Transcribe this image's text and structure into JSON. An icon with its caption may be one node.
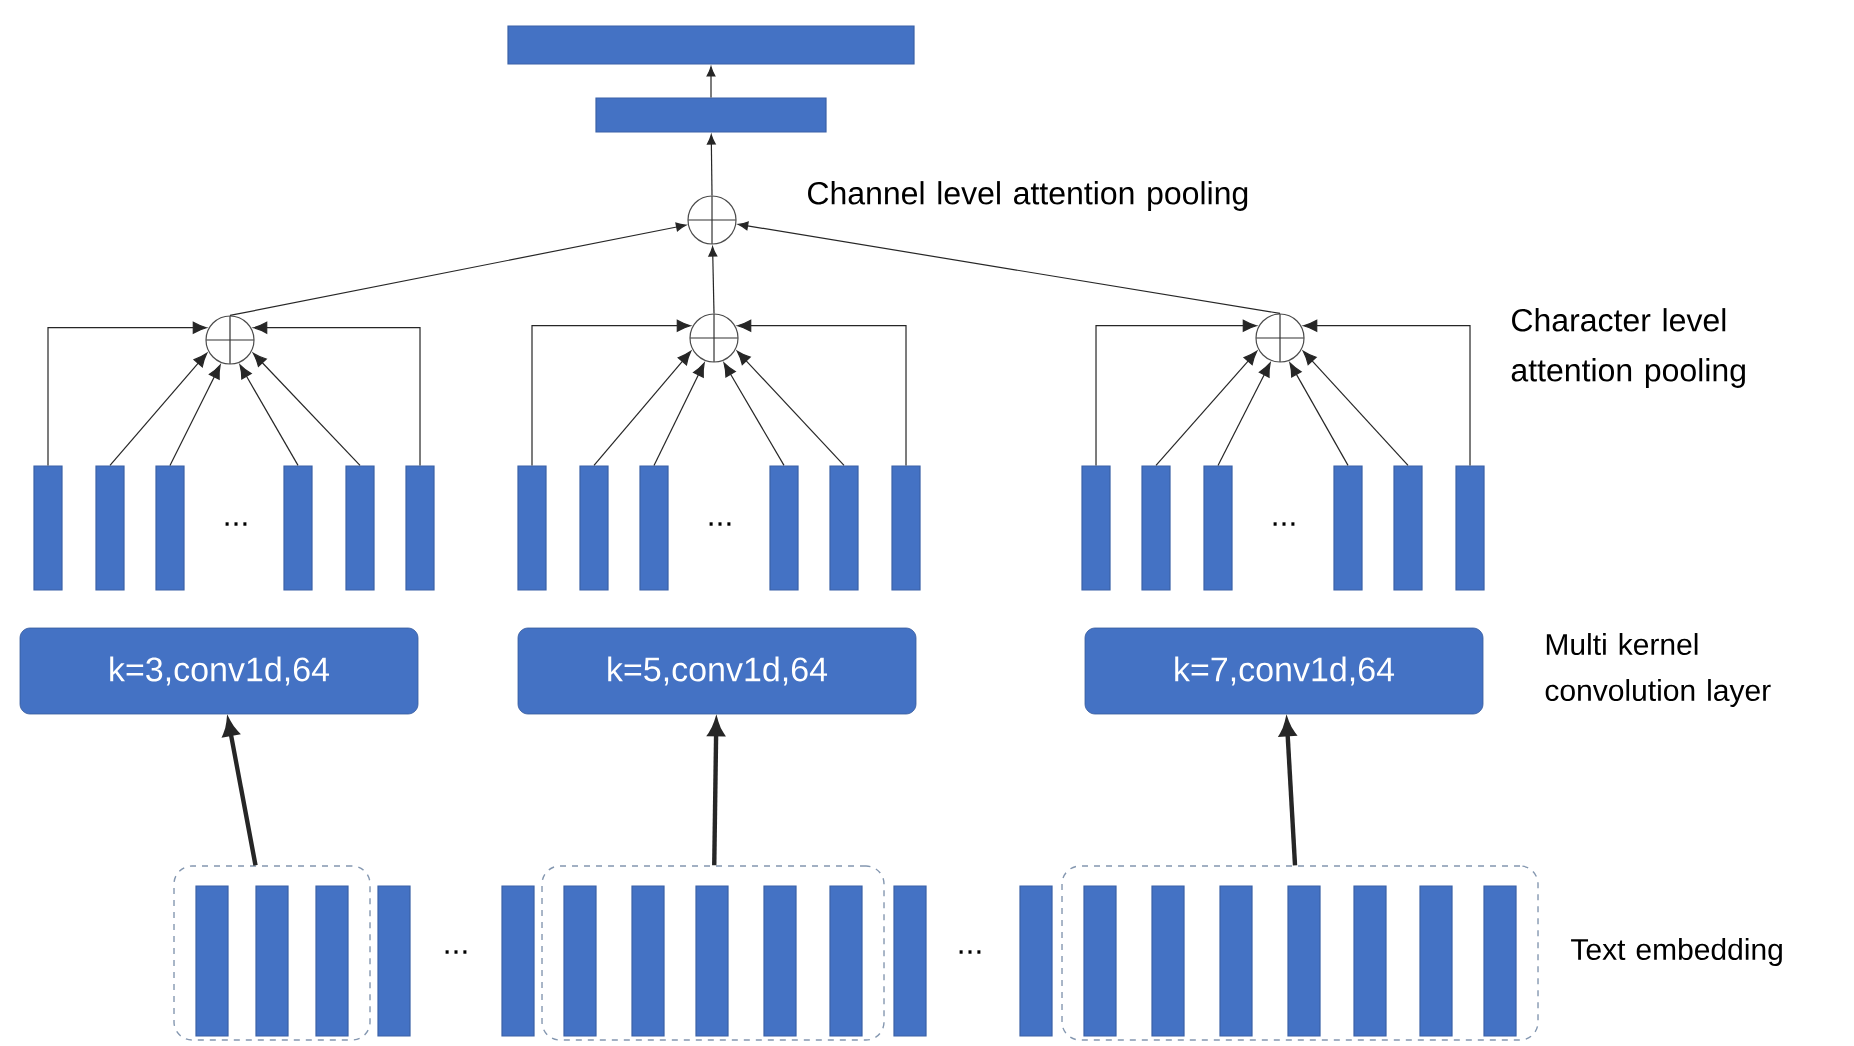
{
  "diagram": {
    "nodes": [
      {
        "text": [],
        "shape": "bar"
      },
      {
        "text": [],
        "shape": "bar"
      },
      {
        "text": [],
        "shape": "circle",
        "beside": [
          "Channel level attention pooling"
        ]
      },
      {
        "text": [],
        "shape": "circle"
      },
      {
        "text": [],
        "shape": "circle"
      },
      {
        "text": [],
        "shape": "circle"
      },
      {
        "text": [],
        "shape": "bar"
      },
      {
        "text": [],
        "shape": "bar"
      },
      {
        "text": [],
        "shape": "bar"
      },
      {
        "text": [],
        "shape": "bar"
      },
      {
        "text": [],
        "shape": "bar"
      },
      {
        "text": [],
        "shape": "bar"
      },
      {
        "text": [],
        "shape": "bar"
      },
      {
        "text": [],
        "shape": "bar"
      },
      {
        "text": [],
        "shape": "bar"
      },
      {
        "text": [],
        "shape": "bar"
      },
      {
        "text": [],
        "shape": "bar"
      },
      {
        "text": [],
        "shape": "bar"
      },
      {
        "text": [],
        "shape": "bar"
      },
      {
        "text": [],
        "shape": "bar"
      },
      {
        "text": [],
        "shape": "bar"
      },
      {
        "text": [],
        "shape": "bar"
      },
      {
        "text": [],
        "shape": "bar"
      },
      {
        "text": [],
        "shape": "bar"
      },
      {
        "text": [
          "k=3,conv1d,64"
        ]
      },
      {
        "text": [
          "k=5,conv1d,64"
        ]
      },
      {
        "text": [
          "k=7,conv1d,64"
        ]
      },
      {
        "text": [],
        "shape": "box"
      },
      {
        "text": [],
        "shape": "bar",
        "in": 27
      },
      {
        "text": [],
        "shape": "bar",
        "in": 27
      },
      {
        "text": [],
        "shape": "bar",
        "in": 27
      },
      {
        "text": [],
        "shape": "bar"
      },
      {
        "text": [],
        "shape": "bar"
      },
      {
        "text": [],
        "shape": "box"
      },
      {
        "text": [],
        "shape": "bar",
        "in": 33
      },
      {
        "text": [],
        "shape": "bar",
        "in": 33
      },
      {
        "text": [],
        "shape": "bar",
        "in": 33
      },
      {
        "text": [],
        "shape": "bar",
        "in": 33
      },
      {
        "text": [],
        "shape": "bar",
        "in": 33
      },
      {
        "text": [],
        "shape": "bar"
      },
      {
        "text": [],
        "shape": "bar"
      },
      {
        "text": [],
        "shape": "box"
      },
      {
        "text": [],
        "shape": "bar",
        "in": 41
      },
      {
        "text": [],
        "shape": "bar",
        "in": 41
      },
      {
        "text": [],
        "shape": "bar",
        "in": 41
      },
      {
        "text": [],
        "shape": "bar",
        "in": 41
      },
      {
        "text": [],
        "shape": "bar",
        "in": 41
      },
      {
        "text": [],
        "shape": "bar",
        "in": 41
      },
      {
        "text": [],
        "shape": "bar",
        "in": 41
      }
    ],
    "edges": [
      {
        "from": 1,
        "to": 0,
        "arrow": "to"
      },
      {
        "from": 2,
        "to": 1,
        "arrow": "to"
      },
      {
        "from": 3,
        "to": 2,
        "arrow": "to"
      },
      {
        "from": 4,
        "to": 2,
        "arrow": "to"
      },
      {
        "from": 5,
        "to": 2,
        "arrow": "to"
      },
      {
        "from": 6,
        "to": 3,
        "arrow": "to"
      },
      {
        "from": 7,
        "to": 3,
        "arrow": "to"
      },
      {
        "from": 8,
        "to": 3,
        "arrow": "to"
      },
      {
        "from": 9,
        "to": 3,
        "arrow": "to"
      },
      {
        "from": 10,
        "to": 3,
        "arrow": "to"
      },
      {
        "from": 11,
        "to": 3,
        "arrow": "to"
      },
      {
        "from": 12,
        "to": 4,
        "arrow": "to"
      },
      {
        "from": 13,
        "to": 4,
        "arrow": "to"
      },
      {
        "from": 14,
        "to": 4,
        "arrow": "to"
      },
      {
        "from": 15,
        "to": 4,
        "arrow": "to"
      },
      {
        "from": 16,
        "to": 4,
        "arrow": "to"
      },
      {
        "from": 17,
        "to": 4,
        "arrow": "to"
      },
      {
        "from": 18,
        "to": 5,
        "arrow": "to"
      },
      {
        "from": 19,
        "to": 5,
        "arrow": "to"
      },
      {
        "from": 20,
        "to": 5,
        "arrow": "to"
      },
      {
        "from": 21,
        "to": 5,
        "arrow": "to"
      },
      {
        "from": 22,
        "to": 5,
        "arrow": "to"
      },
      {
        "from": 23,
        "to": 5,
        "arrow": "to"
      },
      {
        "from": 27,
        "to": 24,
        "arrow": "to",
        "style": "thick"
      },
      {
        "from": 33,
        "to": 25,
        "arrow": "to",
        "style": "thick"
      },
      {
        "from": 41,
        "to": 26,
        "arrow": "to",
        "style": "thick"
      }
    ],
    "labels": [
      "Character level attention pooling",
      "...",
      "...",
      "...",
      "Multi kernel convolution layer",
      "...",
      "...",
      "Text embedding"
    ]
  }
}
